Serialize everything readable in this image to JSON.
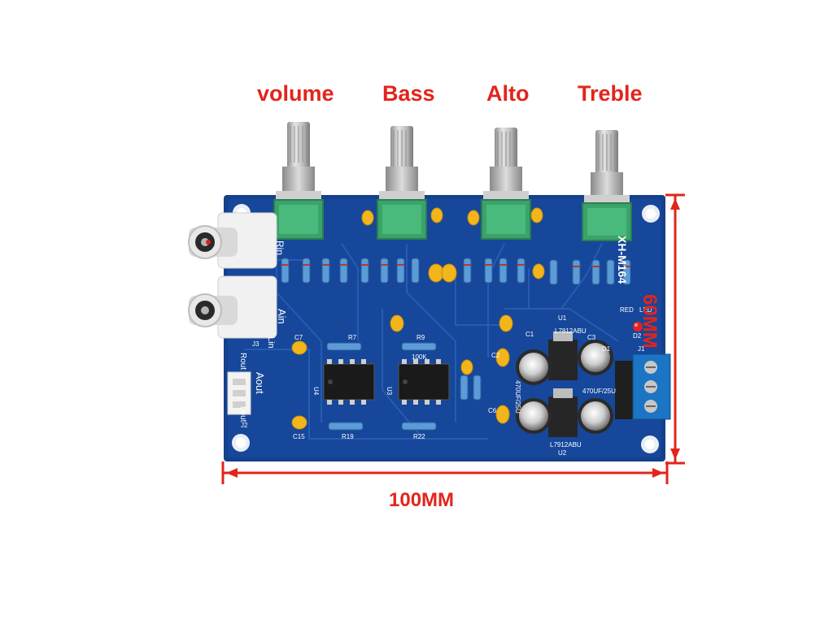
{
  "labels": {
    "volume": "volume",
    "bass": "Bass",
    "alto": "Alto",
    "treble": "Treble"
  },
  "dimensions": {
    "width": "100MM",
    "height": "60MM"
  },
  "board": {
    "model": "XH-M164",
    "silkscreen": {
      "rin": "Rin",
      "ain": "Ain",
      "lin": "Lin",
      "aout": "Aout",
      "rout": "Rout",
      "lout": "Lout",
      "led": "LED",
      "red": "RED",
      "reg_pos": "L7812ABU",
      "reg_neg": "L7912ABU",
      "cap_rating": "470UF/25U",
      "u1": "U1",
      "u2": "U2",
      "u3": "U3",
      "u4": "U4",
      "r9_value": "100K",
      "c7": "C7",
      "c15": "C15",
      "r7": "R7",
      "r9": "R9",
      "r19": "R19",
      "r22": "R22",
      "j1": "J1",
      "j2": "J2",
      "j3": "J3",
      "d1": "D1",
      "d2": "D2",
      "c1": "C1",
      "c2": "C2",
      "c3": "C3",
      "c6": "C6"
    },
    "colors": {
      "pcb": "#14408c",
      "trace": "#1e56a8",
      "potentiometer": "#3aa36a",
      "capacitor": "#f2b51c",
      "terminal": "#1b74c4",
      "dimension": "#e3241b"
    }
  }
}
